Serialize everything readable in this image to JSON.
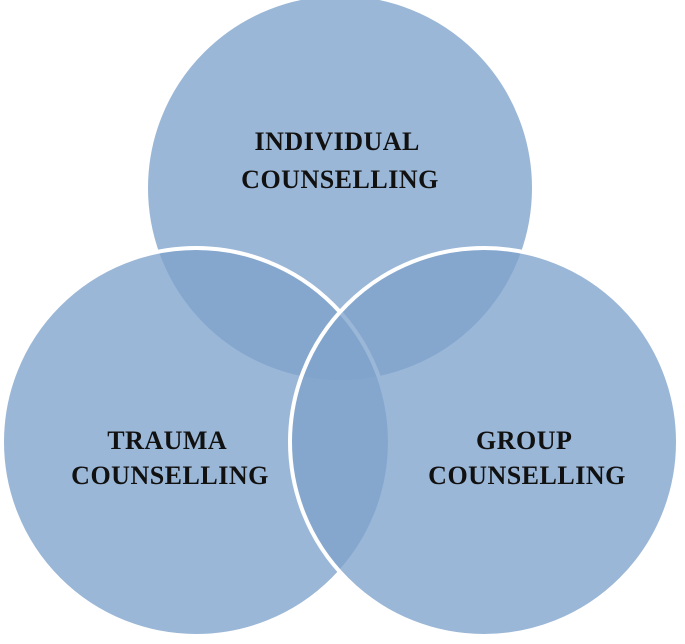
{
  "diagram": {
    "type": "venn",
    "circle_color": "#7fa3cc",
    "circle_opacity": 0.78,
    "outline_color": "#ffffff",
    "label_color": "#111111",
    "sets": [
      {
        "id": "individual",
        "line1": "INDIVIDUAL",
        "line2": "COUNSELLING"
      },
      {
        "id": "trauma",
        "line1": "TRAUMA",
        "line2": "COUNSELLING"
      },
      {
        "id": "group",
        "line1": "GROUP",
        "line2": "COUNSELLING"
      }
    ]
  }
}
